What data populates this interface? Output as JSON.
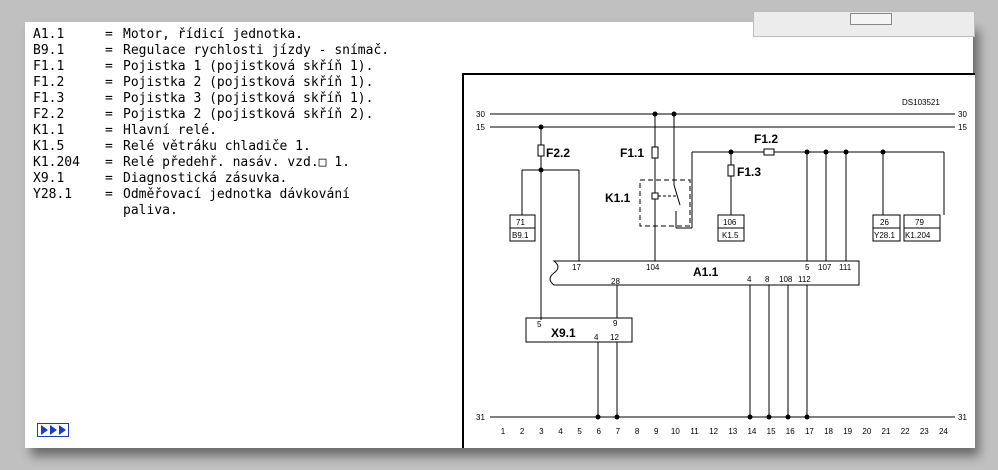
{
  "legend": [
    {
      "code": "A1.1",
      "text": "Motor, řídicí jednotka."
    },
    {
      "code": "B9.1",
      "text": "Regulace rychlosti jízdy - snímač."
    },
    {
      "code": "F1.1",
      "text": "Pojistka 1 (pojistková skříň 1)."
    },
    {
      "code": "F1.2",
      "text": "Pojistka 2 (pojistková skříň 1)."
    },
    {
      "code": "F1.3",
      "text": "Pojistka 3 (pojistková skříň 1)."
    },
    {
      "code": "F2.2",
      "text": "Pojistka 2 (pojistková skříň 2)."
    },
    {
      "code": "K1.1",
      "text": "Hlavní relé."
    },
    {
      "code": "K1.5",
      "text": "Relé větráku chladiče 1."
    },
    {
      "code": "K1.204",
      "text": "Relé předehř. nasáv. vzd.□ 1."
    },
    {
      "code": "X9.1",
      "text": "Diagnostická zásuvka."
    },
    {
      "code": "Y28.1",
      "text": "Odměřovací jednotka dávkování",
      "continuation": "paliva."
    }
  ],
  "equals": "=",
  "diagram": {
    "id": "DS103521",
    "rails": {
      "r30": "30",
      "r15": "15",
      "r31": "31"
    },
    "components": {
      "F2.2": "F2.2",
      "F1.1": "F1.1",
      "F1.2": "F1.2",
      "F1.3": "F1.3",
      "K1.1": "K1.1",
      "A1.1": "A1.1",
      "X9.1": "X9.1"
    },
    "boxes": [
      {
        "num": "71",
        "ref": "B9.1"
      },
      {
        "num": "106",
        "ref": "K1.5"
      },
      {
        "num": "26",
        "ref": "Y28.1"
      },
      {
        "num": "79",
        "ref": "K1.204"
      }
    ],
    "pins": {
      "a17": "17",
      "a104": "104",
      "a5": "5",
      "a107": "107",
      "a111": "111",
      "a28": "28",
      "a4": "4",
      "a8": "8",
      "a108": "108",
      "a112": "112",
      "x5": "5",
      "x9": "9",
      "x4": "4",
      "x12": "12"
    },
    "grid_labels": [
      "1",
      "2",
      "3",
      "4",
      "5",
      "6",
      "7",
      "8",
      "9",
      "10",
      "11",
      "12",
      "13",
      "14",
      "15",
      "16",
      "17",
      "18",
      "19",
      "20",
      "21",
      "22",
      "23",
      "24"
    ]
  }
}
